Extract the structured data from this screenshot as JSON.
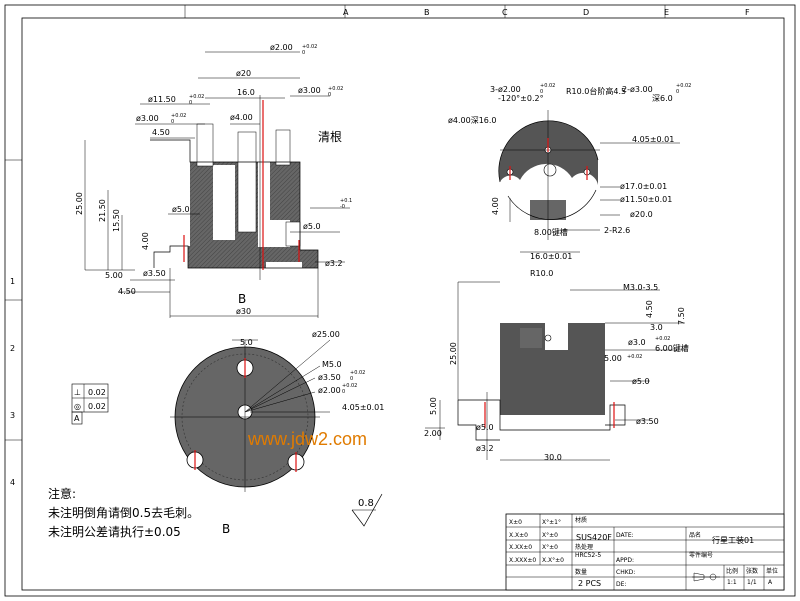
{
  "border": {
    "top_zones": [
      "A",
      "B",
      "C",
      "D",
      "E",
      "F"
    ],
    "left_zones": [
      "1",
      "2",
      "3",
      "4"
    ]
  },
  "view1": {
    "dims": [
      "ø2.00",
      "ø20",
      "ø11.50",
      "16.0",
      "ø4.00",
      "ø3.00",
      "ø3.00",
      "4.50",
      "25.00",
      "21.50",
      "15.50",
      "ø5.0",
      "ø5.0",
      "4.00",
      "ø3.50",
      "5.00",
      "4.50",
      "ø30",
      "ø3.2"
    ],
    "tol": [
      "+0.02",
      "0",
      "+0.02",
      "0",
      "+0.02",
      "0",
      "+0.02",
      "0",
      "+0.1",
      "-0"
    ],
    "ø3.20": "ø3.20",
    "label_qinggen": "清根",
    "view_letter": "B"
  },
  "view2": {
    "dims": [
      "3-ø2.00",
      "-120°±0.2°",
      "R10.0台阶高4.5",
      "2-ø3.00",
      "深6.0",
      "ø4.00深16.0",
      "4.05±0.01",
      "ø17.0±0.01",
      "ø11.50±0.01",
      "ø20.0",
      "4.00",
      "8.00键槽",
      "2-R2.6",
      "16.0±0.01"
    ],
    "tol": [
      "+0.02",
      "0",
      "+0.02",
      "0"
    ]
  },
  "view3": {
    "dims": [
      "R10.0",
      "M3.0-3.5",
      "4.50",
      "7.50",
      "3.0",
      "25.00",
      "ø3.0",
      "5.00",
      "ø5.0",
      "5.00",
      "2.00",
      "ø5.0",
      "ø3.2",
      "30.0",
      "ø3.50",
      "6.00键槽"
    ],
    "tol": [
      "+0.02",
      "0",
      "+0.02",
      "0"
    ]
  },
  "view4": {
    "dims": [
      "5.0",
      "ø25.00",
      "M5.0",
      "ø3.50",
      "ø2.00",
      "4.05±0.01"
    ],
    "tol": [
      "+0.02",
      "0",
      "+0.02",
      "0"
    ],
    "view_letter": "B"
  },
  "gdt": {
    "rows": [
      {
        "symbol": "⊥",
        "value": "0.02"
      },
      {
        "symbol": "◎",
        "value": "0.02"
      }
    ],
    "datum": "A"
  },
  "roughness": "0.8",
  "notes": {
    "title": "注意:",
    "lines": [
      "未注明倒角请倒0.5去毛刺。",
      "未注明公差请执行±0.05"
    ]
  },
  "watermark": "www.jdw2.com",
  "title_block": {
    "left_rows": [
      [
        "X±0",
        "X°±1°",
        "材质"
      ],
      [
        "X.X±0",
        "X°±0",
        ""
      ],
      [
        "X.XX±0",
        "X°±0",
        ""
      ],
      [
        "X.XXX±0",
        "X.X°±0",
        ""
      ]
    ],
    "material": "SUS420F",
    "material_label": "材质",
    "hardness_label": "热处理",
    "hardness": "HRC52-5",
    "qty_label": "数量",
    "qty": "2 PCS",
    "date_label": "DATE:",
    "appd_label": "APPD:",
    "chkd_label": "CHKD:",
    "de_label": "DE:",
    "name_label": "品名",
    "name": "行星工装01",
    "code_label": "零件编号",
    "scale_label": "比例",
    "scale": "1:1",
    "sheet_label": "张数",
    "sheet": "1/1",
    "unit_label": "单位",
    "unit": "A"
  }
}
